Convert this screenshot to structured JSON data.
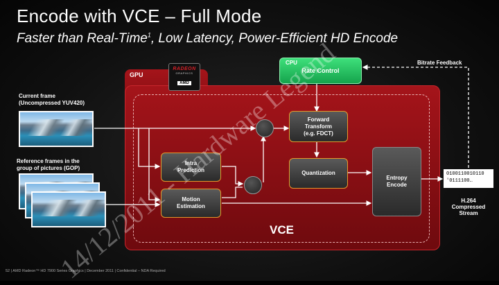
{
  "title": "Encode with VCE – Full Mode",
  "subtitle": "Faster than Real-Time",
  "subtitle_sup": "1",
  "subtitle_rest": ", Low Latency, Power-Efficient  HD Encode",
  "labels": {
    "gpu": "GPU",
    "cpu": "CPU",
    "rate_control": "Rate Control",
    "bitrate_feedback": "Bitrate Feedback",
    "vce": "VCE",
    "current_frame": "Current frame",
    "current_frame_sub": "(Uncompressed YUV420)",
    "reference_frames": "Reference frames in the",
    "reference_frames_sub": "group of pictures (GOP)",
    "h264_1": "H.264",
    "h264_2": "Compressed",
    "h264_3": "Stream",
    "bits_1": "0100110010110",
    "bits_2": "'0111100…"
  },
  "blocks": {
    "forward_transform_1": "Forward",
    "forward_transform_2": "Transform",
    "forward_transform_3": "(e.g. FDCT)",
    "quantization": "Quantization",
    "entropy_1": "Entropy",
    "entropy_2": "Encode",
    "intra_1": "Intra",
    "intra_2": "Prediction",
    "motion_1": "Motion",
    "motion_2": "Estimation"
  },
  "logo": {
    "line1": "RADEON",
    "line2": "GRAPHICS",
    "line3": "AMD"
  },
  "footer": "52  |  AMD Radeon™ HD 7900 Series Graphics  |  December 2011  |  Confidential – NDA Required",
  "watermark": "14/12/2011 - Hardware Legend",
  "colors": {
    "gpu_red": "#a5141a",
    "cpu_green": "#2bc866",
    "block_border": "#e69a2c"
  }
}
